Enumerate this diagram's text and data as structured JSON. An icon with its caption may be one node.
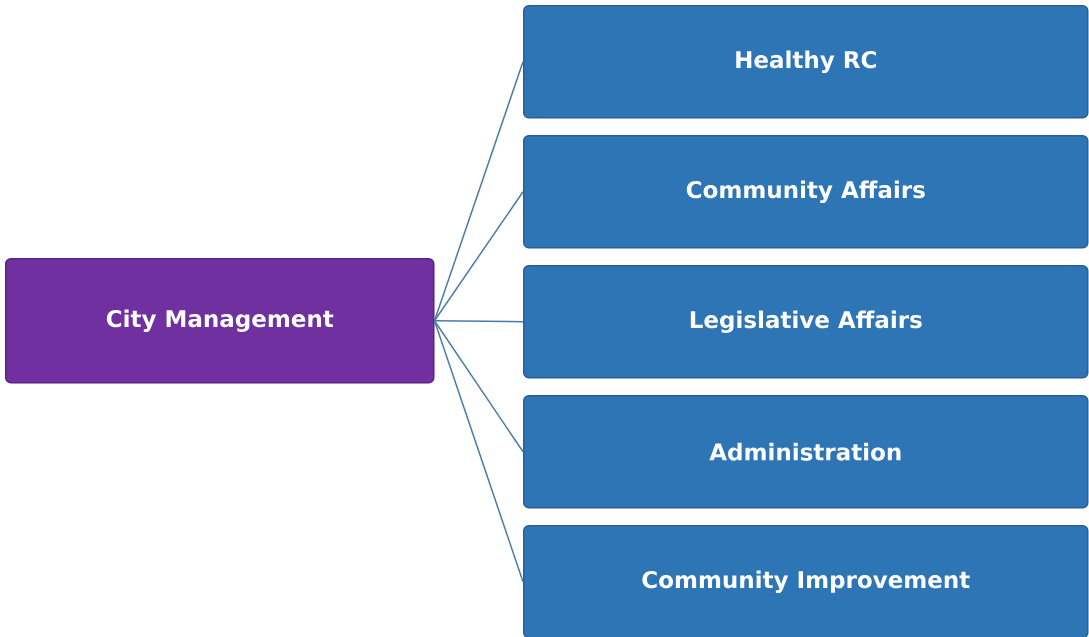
{
  "diagram": {
    "nodes": [
      {
        "text": [
          "City Management"
        ]
      },
      {
        "text": [
          "Healthy RC"
        ]
      },
      {
        "text": [
          "Community Affairs"
        ]
      },
      {
        "text": [
          "Legislative Affairs"
        ]
      },
      {
        "text": [
          "Administration"
        ]
      },
      {
        "text": [
          "Community Improvement"
        ]
      }
    ],
    "edges": [
      {
        "from": 0,
        "to": 1,
        "arrow": "none"
      },
      {
        "from": 0,
        "to": 2,
        "arrow": "none"
      },
      {
        "from": 0,
        "to": 3,
        "arrow": "none"
      },
      {
        "from": 0,
        "to": 4,
        "arrow": "none"
      },
      {
        "from": 0,
        "to": 5,
        "arrow": "none"
      }
    ]
  }
}
